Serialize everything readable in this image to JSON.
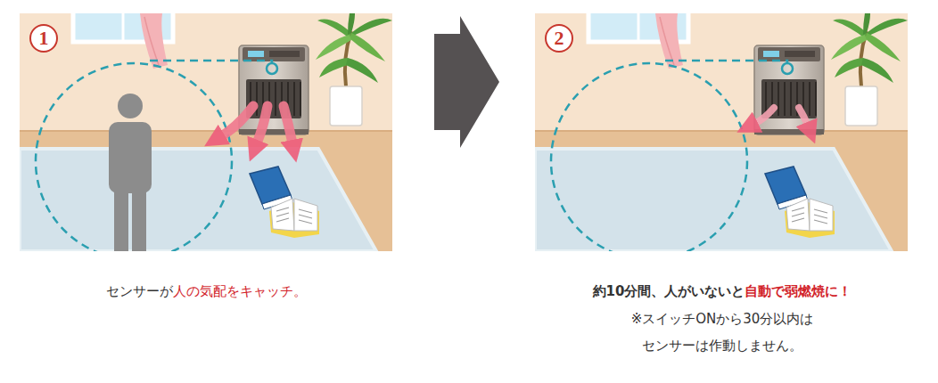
{
  "diagram": {
    "nodes": [
      {
        "text": [
          "1"
        ]
      },
      {
        "text": [
          "2"
        ]
      }
    ],
    "labels": [
      "センサーが",
      "人の気配をキャッチ。",
      "約10分間、人がいないと",
      "自動で弱燃焼に！",
      "※スイッチONから30分以内は",
      "センサーは作動しません。"
    ]
  }
}
